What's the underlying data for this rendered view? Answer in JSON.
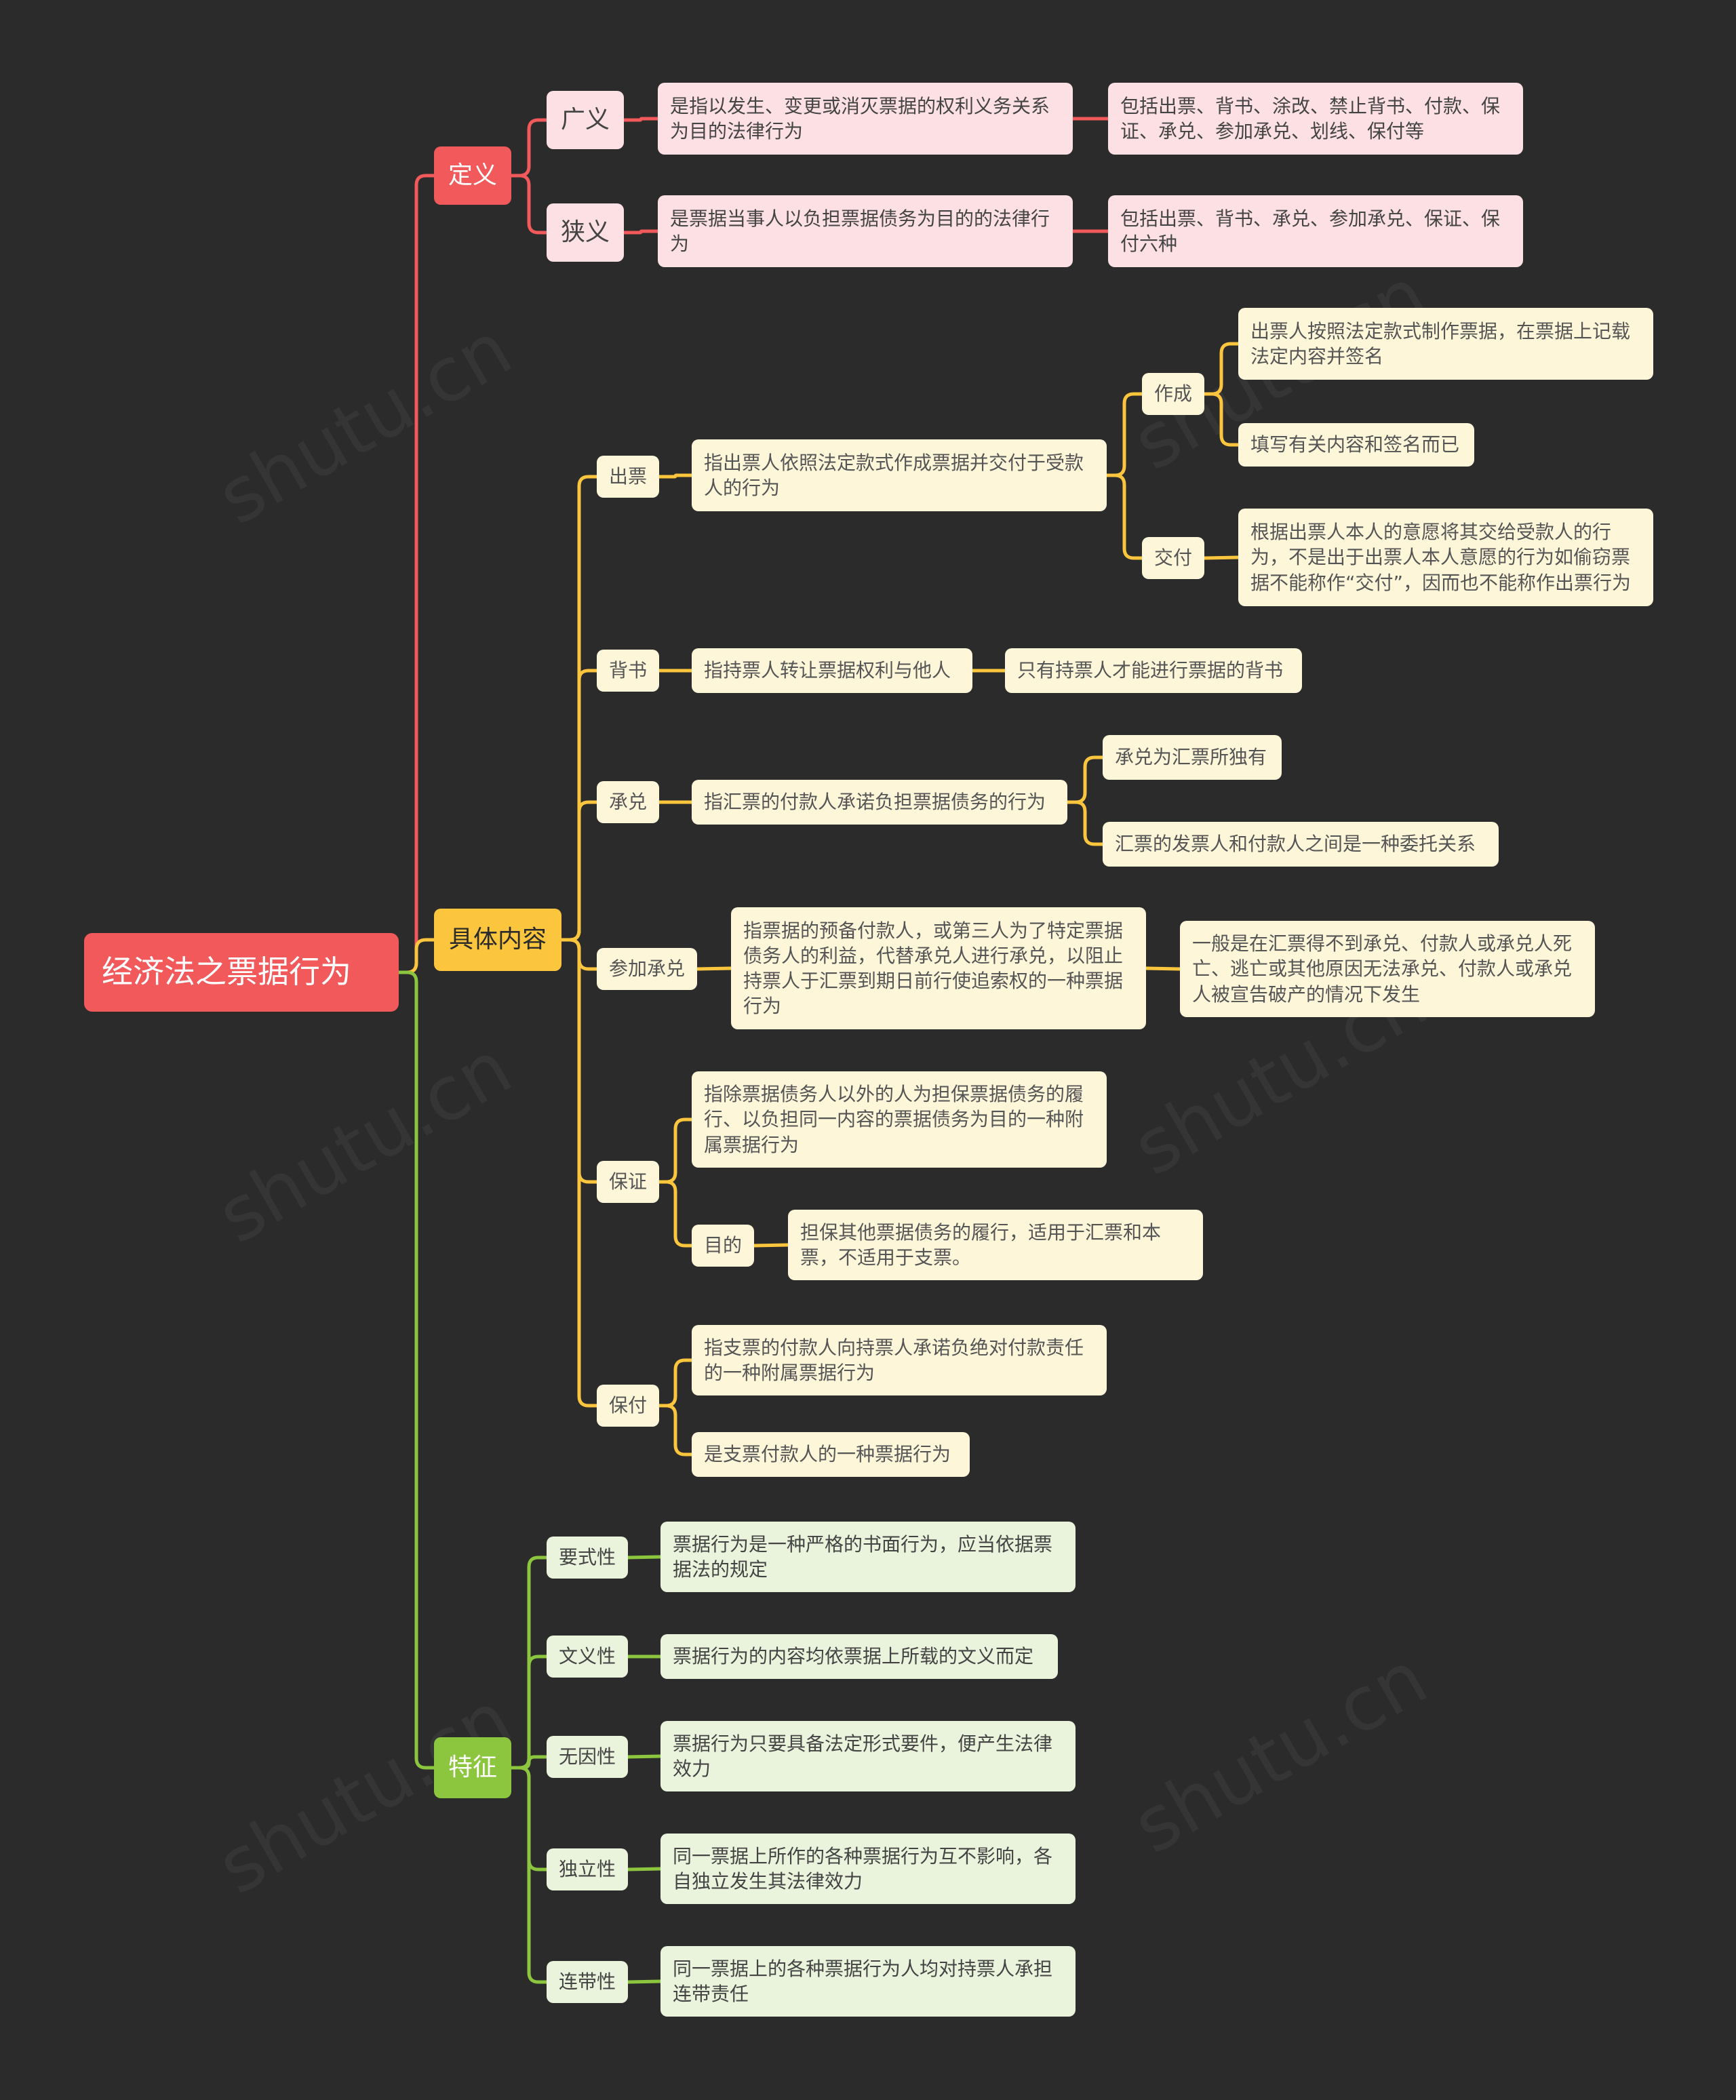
{
  "title": "经济法之票据行为",
  "branches": {
    "definition": {
      "label": "定义",
      "broad": {
        "label": "广义",
        "desc": "是指以发生、变更或消灭票据的权利义务关系为目的法律行为",
        "scope": "包括出票、背书、涂改、禁止背书、付款、保证、承兑、参加承兑、划线、保付等"
      },
      "narrow": {
        "label": "狭义",
        "desc": "是票据当事人以负担票据债务为目的的法律行为",
        "scope": "包括出票、背书、承兑、参加承兑、保证、保付六种"
      }
    },
    "content": {
      "label": "具体内容",
      "issue": {
        "label": "出票",
        "desc": "指出票人依照法定款式作成票据并交付于受款人的行为",
        "make": {
          "label": "作成",
          "d1": "出票人按照法定款式制作票据，在票据上记载法定内容并签名",
          "d2": "填写有关内容和签名而已"
        },
        "deliver": {
          "label": "交付",
          "d1": "根据出票人本人的意愿将其交给受款人的行为，不是出于出票人本人意愿的行为如偷窃票据不能称作“交付”，因而也不能称作出票行为"
        }
      },
      "endorse": {
        "label": "背书",
        "desc": "指持票人转让票据权利与他人",
        "note": "只有持票人才能进行票据的背书"
      },
      "accept": {
        "label": "承兑",
        "desc": "指汇票的付款人承诺负担票据债务的行为",
        "n1": "承兑为汇票所独有",
        "n2": "汇票的发票人和付款人之间是一种委托关系"
      },
      "participate": {
        "label": "参加承兑",
        "desc": "指票据的预备付款人，或第三人为了特定票据债务人的利益，代替承兑人进行承兑，以阻止持票人于汇票到期日前行使追索权的一种票据行为",
        "note": "一般是在汇票得不到承兑、付款人或承兑人死亡、逃亡或其他原因无法承兑、付款人或承兑人被宣告破产的情况下发生"
      },
      "guarantee": {
        "label": "保证",
        "desc": "指除票据债务人以外的人为担保票据债务的履行、以负担同一内容的票据债务为目的一种附属票据行为",
        "purpose_label": "目的",
        "purpose": "担保其他票据债务的履行，适用于汇票和本票，不适用于支票。"
      },
      "certify": {
        "label": "保付",
        "desc": "指支票的付款人向持票人承诺负绝对付款责任的一种附属票据行为",
        "note": "是支票付款人的一种票据行为"
      }
    },
    "features": {
      "label": "特征",
      "items": [
        {
          "label": "要式性",
          "desc": "票据行为是一种严格的书面行为，应当依据票据法的规定"
        },
        {
          "label": "文义性",
          "desc": "票据行为的内容均依票据上所载的文义而定"
        },
        {
          "label": "无因性",
          "desc": "票据行为只要具备法定形式要件，便产生法律效力"
        },
        {
          "label": "独立性",
          "desc": "同一票据上所作的各种票据行为互不影响，各自独立发生其法律效力"
        },
        {
          "label": "连带性",
          "desc": "同一票据上的各种票据行为人均对持票人承担连带责任"
        }
      ]
    }
  },
  "colors": {
    "background": "#2b2b2b",
    "red": "#f1595b",
    "yellow": "#fbc63d",
    "green": "#8cc63e"
  }
}
